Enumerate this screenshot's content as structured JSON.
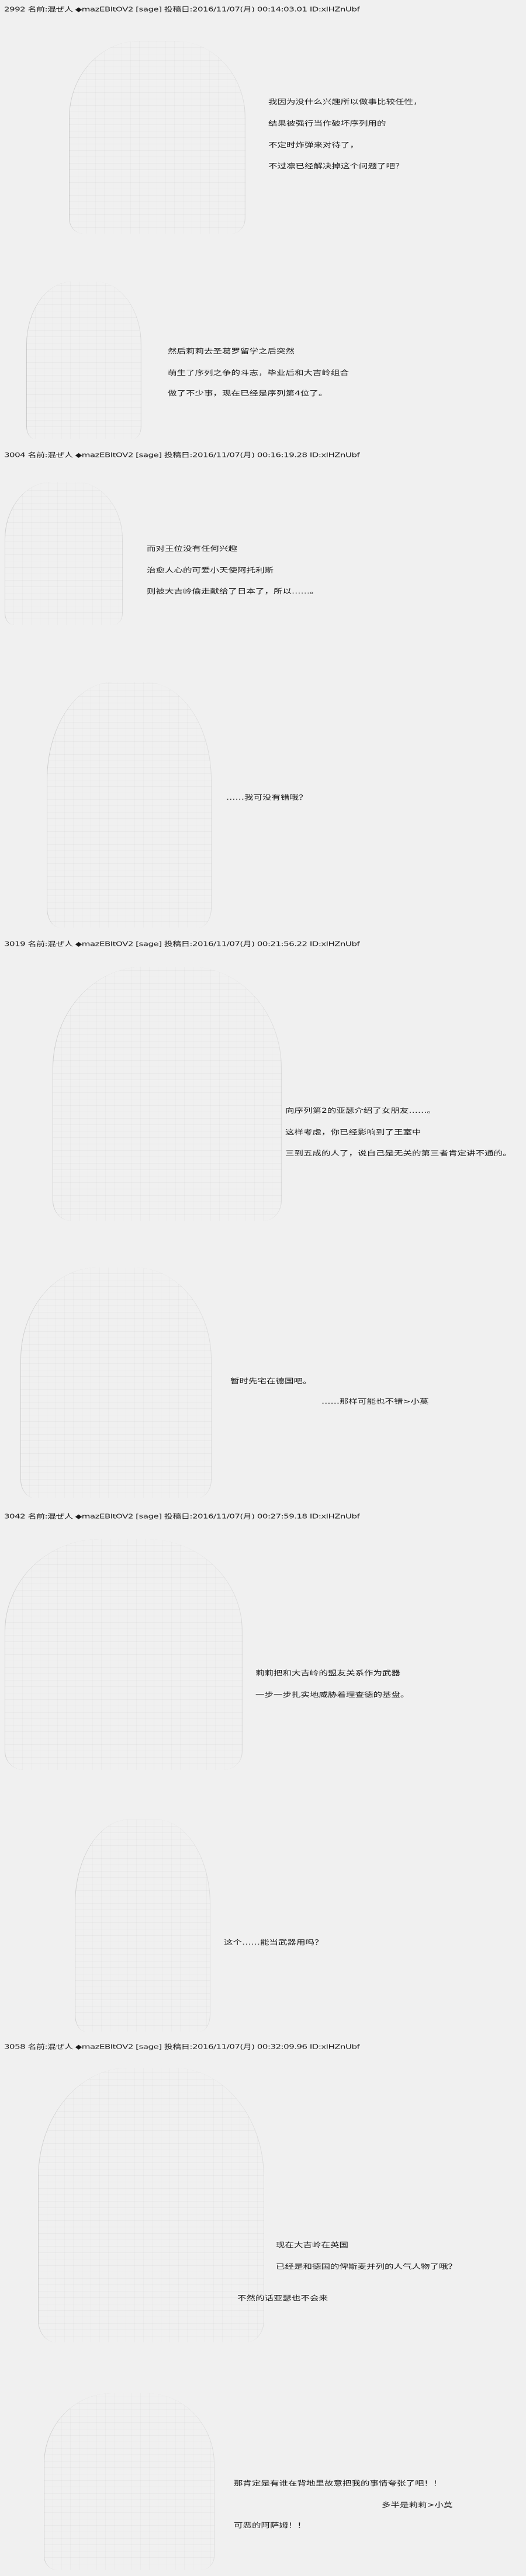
{
  "posts": [
    {
      "header": "2992 名前:混ぜ人 ◆mazEBItOV2 [sage] 投稿日:2016/11/07(月) 00:14:03.01 ID:xlHZnUbf"
    },
    {
      "header": "3004 名前:混ぜ人 ◆mazEBItOV2 [sage] 投稿日:2016/11/07(月) 00:16:19.28 ID:xlHZnUbf"
    },
    {
      "header": "3019 名前:混ぜ人 ◆mazEBItOV2 [sage] 投稿日:2016/11/07(月) 00:21:56.22 ID:xlHZnUbf"
    },
    {
      "header": "3042 名前:混ぜ人 ◆mazEBItOV2 [sage] 投稿日:2016/11/07(月) 00:27:59.18 ID:xlHZnUbf"
    },
    {
      "header": "3058 名前:混ぜ人 ◆mazEBItOV2 [sage] 投稿日:2016/11/07(月) 00:32:09.96 ID:xlHZnUbf"
    }
  ],
  "dialogue": [
    "我因为没什么兴趣所以做事比较任性，",
    "结果被强行当作破坏序列用的",
    "不定时炸弹来对待了，",
    "不过凛已经解决掉这个问题了吧？",
    "然后莉莉去圣葛罗留学之后突然",
    "萌生了序列之争的斗志，毕业后和大吉岭组合",
    "做了不少事，现在已经是序列第4位了。",
    "而对王位没有任何兴趣",
    "治愈人心的可爱小天使阿托利斯",
    "则被大吉岭偷走献给了日本了，所以……。",
    "……我可没有错哦？",
    "向序列第2的亚瑟介绍了女朋友……。",
    "这样考虑，你已经影响到了王室中",
    "三到五成的人了，说自己是无关的第三者肯定讲不通的。",
    "暂时先宅在德国吧。",
    "……那样可能也不错>小莫",
    "莉莉把和大吉岭的盟友关系作为武器",
    "一步一步扎实地威胁着理查德的基盘。",
    "这个……能当武器用吗？",
    "现在大吉岭在英国",
    "已经是和德国的俾斯麦并列的人气人物了哦？",
    "不然的话亚瑟也不会来",
    "那肯定是有谁在背地里故意把我的事情夸张了吧！！",
    "多半是莉莉>小莫",
    "可恶的阿萨姆！！"
  ]
}
